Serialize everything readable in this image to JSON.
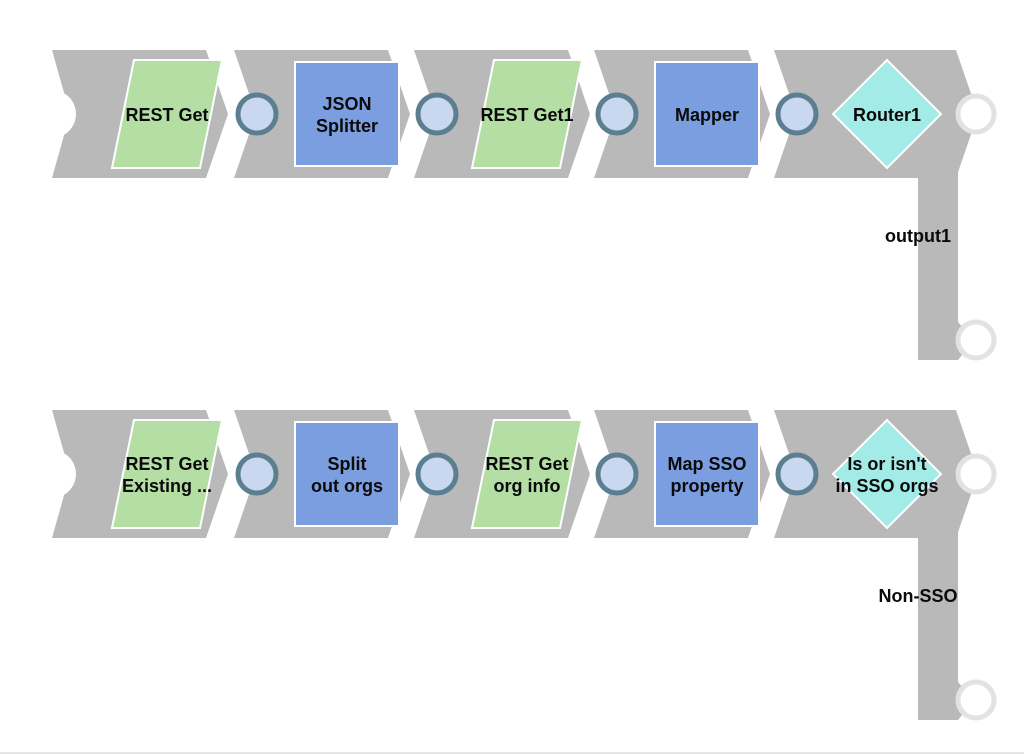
{
  "colors": {
    "track": "#b9b9b9",
    "read_snap": "#b4dea4",
    "transform_snap": "#7b9ee0",
    "router_snap": "#a3ebe6",
    "connector_fill": "#c9d8ee",
    "connector_ring": "#5b7f90",
    "open_port_ring": "#e2e2e2",
    "label_text": "#0a0a0a"
  },
  "pipelines": [
    {
      "snaps": [
        {
          "kind": "read",
          "lines": [
            "REST Get"
          ]
        },
        {
          "kind": "transform",
          "lines": [
            "JSON",
            "Splitter"
          ]
        },
        {
          "kind": "read",
          "lines": [
            "REST Get1"
          ]
        },
        {
          "kind": "transform",
          "lines": [
            "Mapper"
          ]
        },
        {
          "kind": "router",
          "lines": [
            "Router1"
          ]
        }
      ],
      "branch_label": "output1"
    },
    {
      "snaps": [
        {
          "kind": "read",
          "lines": [
            "REST Get",
            "Existing ..."
          ]
        },
        {
          "kind": "transform",
          "lines": [
            "Split",
            "out orgs"
          ]
        },
        {
          "kind": "read",
          "lines": [
            "REST Get",
            "org info"
          ]
        },
        {
          "kind": "transform",
          "lines": [
            "Map SSO",
            "property"
          ]
        },
        {
          "kind": "router",
          "lines": [
            "Is or isn't",
            "in SSO orgs"
          ]
        }
      ],
      "branch_label": "Non-SSO"
    }
  ]
}
